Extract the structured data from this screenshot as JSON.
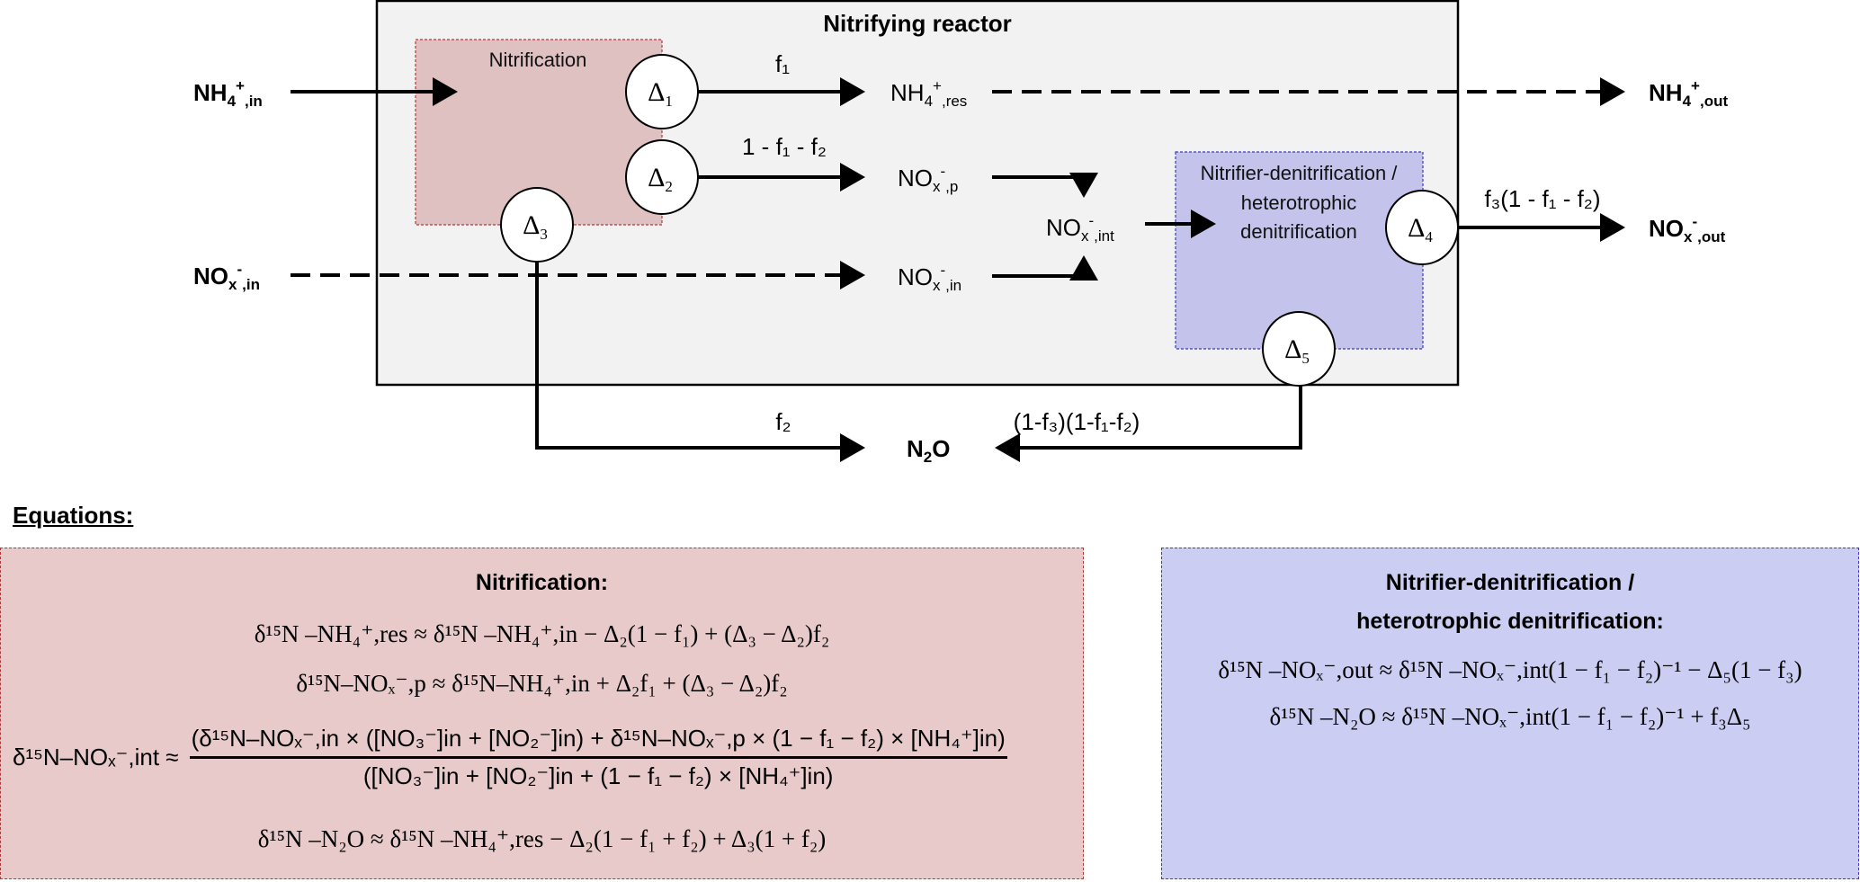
{
  "diagram": {
    "reactor_title": "Nitrifying reactor",
    "nitrification_box_label": "Nitrification",
    "denitrification_box_label": [
      "Nitrifier-denitrification /",
      "heterotrophic",
      "denitrification"
    ],
    "inputs": {
      "nh4_in": {
        "base": "NH",
        "sub1": "4",
        "sup": "+",
        "sub2": ",in"
      },
      "nox_in": {
        "base": "NO",
        "sub1": "x",
        "sup": "-",
        "sub2": ",in"
      }
    },
    "outputs": {
      "nh4_out": {
        "base": "NH",
        "sub1": "4",
        "sup": "+",
        "sub2": ",out"
      },
      "nox_out": {
        "base": "NO",
        "sub1": "x",
        "sup": "-",
        "sub2": ",out"
      },
      "n2o": {
        "base1": "N",
        "sub": "2",
        "base2": "O"
      }
    },
    "pools": {
      "nh4_res": {
        "base": "NH",
        "sub1": "4",
        "sup": "+",
        "sub2": ",res"
      },
      "nox_p": {
        "base": "NO",
        "sub1": "x",
        "sup": "-",
        "sub2": ",p"
      },
      "nox_in_internal": {
        "base": "NO",
        "sub1": "x",
        "sup": "-",
        "sub2": ",in"
      },
      "nox_int": {
        "base": "NO",
        "sub1": "x",
        "sup": "-",
        "sub2": ",int"
      }
    },
    "fractionation_nodes": [
      {
        "symbol": "Δ",
        "index": "1"
      },
      {
        "symbol": "Δ",
        "index": "2"
      },
      {
        "symbol": "Δ",
        "index": "3"
      },
      {
        "symbol": "Δ",
        "index": "4"
      },
      {
        "symbol": "Δ",
        "index": "5"
      }
    ],
    "flux_labels": {
      "f1": "f₁",
      "one_minus_f1_f2": "1 - f₁ - f₂",
      "f3_term": "f₃(1 - f₁ - f₂)",
      "f2": "f₂",
      "n2o_denit": "(1-f₃)(1-f₁-f₂)"
    },
    "colors": {
      "reactor_fill": "#f2f2f2",
      "nitrification_fill": "#dfc1c2",
      "nitrification_border": "#b03a3a",
      "denitrification_fill": "#c3c3eb",
      "denitrification_border": "#3a3acc"
    }
  },
  "equations": {
    "heading": "Equations:",
    "nitrification": {
      "title": "Nitrification:",
      "eq1": "δ¹⁵N –NH₄⁺,res ≈ δ¹⁵N –NH₄⁺,in  −  Δ₂(1  −  f₁) + (Δ₃ − Δ₂)f₂",
      "eq2": "δ¹⁵N–NOₓ⁻,p  ≈  δ¹⁵N–NH₄⁺,in  +  Δ₂f₁ + (Δ₃ − Δ₂)f₂",
      "eq3_lhs": "δ¹⁵N–NOₓ⁻,int ≈",
      "eq3_numerator": "(δ¹⁵N–NOₓ⁻,in × ([NO₃⁻]in + [NO₂⁻]in) + δ¹⁵N–NOₓ⁻,p × (1 − f₁ − f₂) × [NH₄⁺]in)",
      "eq3_denominator": "([NO₃⁻]in + [NO₂⁻]in + (1 − f₁ − f₂) × [NH₄⁺]in)",
      "eq4": "δ¹⁵N –N₂O ≈ δ¹⁵N –NH₄⁺,res  −  Δ₂(1  −  f₁ +  f₂) + Δ₃(1  +  f₂)"
    },
    "denitrification": {
      "title_line1": "Nitrifier-denitrification /",
      "title_line2": "heterotrophic denitrification:",
      "eq1": "δ¹⁵N –NOₓ⁻,out ≈ δ¹⁵N –NOₓ⁻,int(1 − f₁ − f₂)⁻¹ − Δ₅(1 − f₃)",
      "eq2": "δ¹⁵N –N₂O ≈ δ¹⁵N –NOₓ⁻,int(1 − f₁ − f₂)⁻¹ + f₃Δ₅"
    }
  }
}
